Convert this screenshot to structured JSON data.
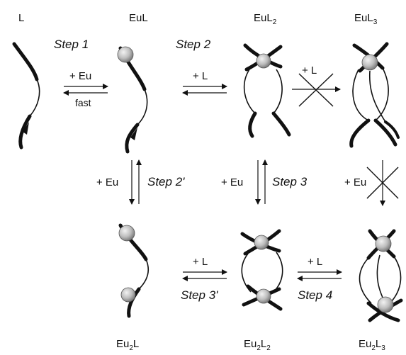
{
  "species": {
    "L": "L",
    "EuL": "EuL",
    "EuL2": {
      "base": "EuL",
      "sub": "2"
    },
    "EuL3": {
      "base": "EuL",
      "sub": "3"
    },
    "Eu2L": {
      "a": "Eu",
      "sa": "2",
      "b": "L",
      "sb": ""
    },
    "Eu2L2": {
      "a": "Eu",
      "sa": "2",
      "b": "L",
      "sb": "2"
    },
    "Eu2L3": {
      "a": "Eu",
      "sa": "2",
      "b": "L",
      "sb": "3"
    }
  },
  "steps": {
    "step1": "Step 1",
    "step2": "Step 2",
    "step2p": "Step 2'",
    "step3": "Step 3",
    "step3p": "Step 3'",
    "step4": "Step 4"
  },
  "reagents": {
    "add_eu": "+ Eu",
    "add_l": "+ L",
    "fast": "fast"
  },
  "colors": {
    "ink": "#111111",
    "ion_light": "#eeeeee",
    "ion_dark": "#8a8a8a"
  }
}
